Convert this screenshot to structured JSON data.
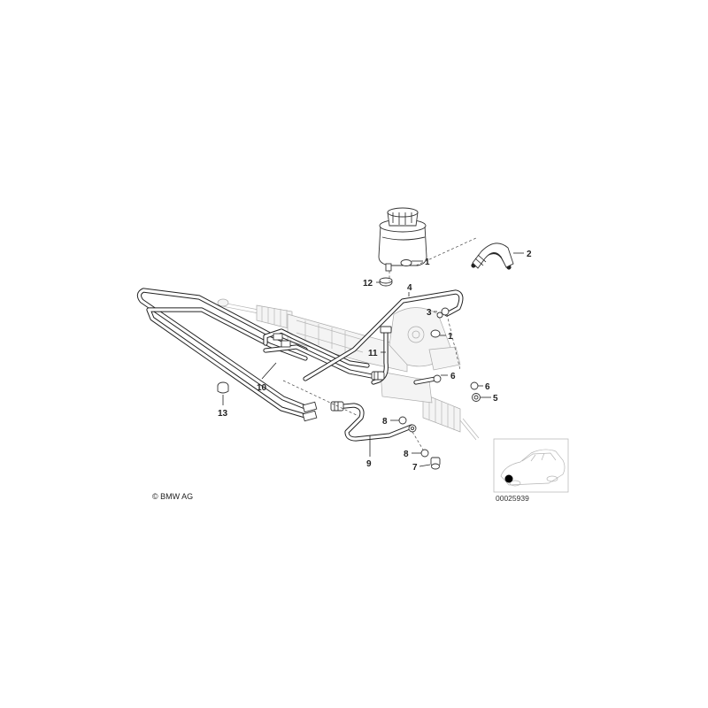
{
  "callouts": {
    "c1a": "1",
    "c2": "2",
    "c12": "12",
    "c4": "4",
    "c3": "3",
    "c1b": "1",
    "c11": "11",
    "c6a": "6",
    "c6b": "6",
    "c5": "5",
    "c10": "10",
    "c13": "13",
    "c8a": "8",
    "c8b": "8",
    "c9": "9",
    "c7": "7"
  },
  "footer": {
    "copyright": "© BMW AG",
    "diagram_number": "00025939"
  },
  "colors": {
    "line": "#222222",
    "ghost": "#aaaaaa",
    "background": "#ffffff"
  }
}
